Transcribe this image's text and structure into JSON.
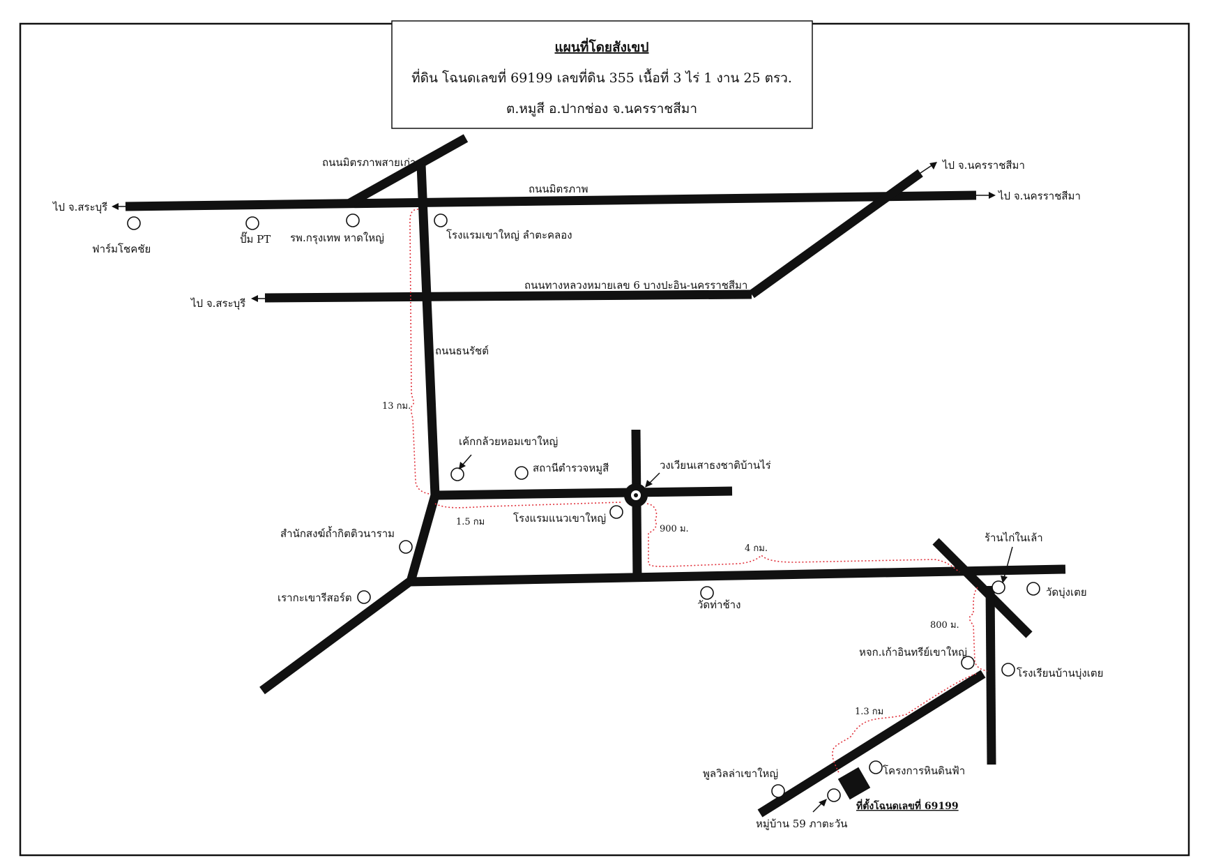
{
  "title": {
    "heading": "แผนที่โดยสังเขป",
    "line2": "ที่ดิน โฉนดเลขที่ 69199 เลขที่ดิน 355 เนื้อที่ 3 ไร่ 1 งาน 25 ตรว.",
    "line3": "ต.หมูสี อ.ปากช่อง จ.นครราชสีมา"
  },
  "roads": {
    "old_mittraphap": "ถนนมิตรภาพสายเก่า",
    "mittraphap": "ถนนมิตรภาพ",
    "highway6": "ถนนทางหลวงหมายเลข 6 บางปะอิน-นครราชสีมา",
    "thanarat": "ถนนธนรัชต์"
  },
  "directions": {
    "to_saraburi_1": "ไป จ.สระบุรี",
    "to_saraburi_2": "ไป จ.สระบุรี",
    "to_korat_1": "ไป จ.นครราชสีมา",
    "to_korat_2": "ไป จ.นครราชสีมา"
  },
  "places": {
    "farm_chokchai": "ฟาร์มโชคชัย",
    "pump_pt": "ปั๊ม PT",
    "bangkok_hospital": "รพ.กรุงเทพ หาดใหญ่",
    "khaoyai_hotel": "โรงแรมเขาใหญ่ ลำตะคลอง",
    "banana_cake": "เค้กกล้วยหอมเขาใหญ่",
    "police_station": "สถานีตำรวจหมูสี",
    "flag_roundabout": "วงเวียนเสาธงชาติบ้านไร่",
    "naew_hotel": "โรงแรมแนวเขาใหญ่",
    "monastery": "สำนักสงฆ์ถ้ำกิตติวนาราม",
    "resort": "เรากะเขารีสอร์ต",
    "wat_tha_chang": "วัดท่าช้าง",
    "chicken_shop": "ร้านไก่ในเล้า",
    "wat_bung_toei": "วัดบุ่งเตย",
    "organic": "หจก.เก้าอินทรีย์เขาใหญ่",
    "school": "โรงเรียนบ้านบุ่งเตย",
    "hin_din_fa": "โครงการหินดินฟ้า",
    "pool_villa": "พูลวิลล่าเขาใหญ่",
    "village59": "หมู่บ้าน 59 ภาตะวัน",
    "site": "ที่ตั้งโฉนดเลขที่ 69199"
  },
  "distances": {
    "d13": "13 กม.",
    "d1_5": "1.5 กม",
    "d900": "900 ม.",
    "d4": "4 กม.",
    "d800": "800 ม.",
    "d1_3": "1.3 กม"
  },
  "colors": {
    "road": "#111111",
    "route": "#e0303a"
  }
}
